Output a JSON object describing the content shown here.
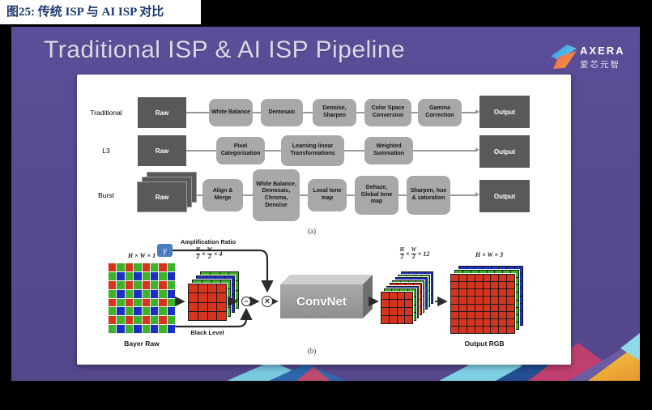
{
  "caption": "图25: 传统 ISP 与 AI ISP 对比",
  "slide": {
    "title": "Traditional ISP & AI ISP Pipeline",
    "logo": {
      "brand": "AXERA",
      "brand_cn": "爱芯元智"
    }
  },
  "pipeline_a": {
    "section_label": "(a)",
    "rows": [
      {
        "label": "Traditional",
        "input": "Raw",
        "output": "Output",
        "steps": [
          "White Balance",
          "Demosaic",
          "Denoise, Sharpen",
          "Color Space Conversion",
          "Gamma Correction"
        ]
      },
      {
        "label": "L3",
        "input": "Raw",
        "output": "Output",
        "steps": [
          "Pixel Categorization",
          "Learning linear Transformations",
          "Weighted Summation"
        ]
      },
      {
        "label": "Burst",
        "input": "Raw",
        "output": "Output",
        "steps": [
          "Align & Merge",
          "White Balance, Demosaic, Chroma, Denoise",
          "Local tone map",
          "Dehaze, Global tone map",
          "Sharpen, hue & saturation"
        ]
      }
    ]
  },
  "ai_isp": {
    "section_label": "(b)",
    "gamma_symbol": "γ",
    "amplification_label": "Amplification Ratio",
    "black_level_label": "Black Level",
    "bayer_dims": "H × W × 1",
    "bayer_label": "Bayer Raw",
    "subtract_symbol": "−",
    "multiply_symbol": "×",
    "times_symbol": "×",
    "convnet_label": "ConvNet",
    "packed_dims": {
      "numerator_h": "H",
      "numerator_w": "W",
      "denominator": "2",
      "channels": "4"
    },
    "feature_dims": {
      "numerator_h": "H",
      "numerator_w": "W",
      "denominator": "2",
      "channels": "12"
    },
    "output_dims": "H × W × 3",
    "output_label": "Output RGB",
    "bayer_pattern": [
      "RGRGRGRG",
      "GBGBGBGB",
      "RGRGRGRG",
      "GBGBGBGB",
      "RGRGRGRG",
      "GBGBGBGB",
      "RGRGRGRG",
      "GBGBGBGB"
    ],
    "stack4": {
      "rows": 4,
      "cols": 4,
      "w": 48,
      "h": 46,
      "off": 5,
      "layers": [
        "R",
        "G",
        "B",
        "G"
      ]
    },
    "stack12": {
      "rows": 4,
      "cols": 4,
      "w": 40,
      "h": 40,
      "off": 3.5,
      "layers": [
        "R",
        "G",
        "B",
        "R",
        "G",
        "B",
        "G",
        "B"
      ]
    },
    "outstack": {
      "rows": 8,
      "cols": 8,
      "w": 80,
      "h": 74,
      "off": 5,
      "layers": [
        "R",
        "G",
        "B"
      ]
    }
  },
  "colors": {
    "R": "#d6341f",
    "G": "#3db32a",
    "B": "#1b2fc4",
    "slide_purple": "#584a91",
    "step_gray": "#a8a8a8",
    "io_gray": "#595959",
    "caption_navy": "#1e3a6e",
    "gamma_blue": "#4a7dbe"
  }
}
